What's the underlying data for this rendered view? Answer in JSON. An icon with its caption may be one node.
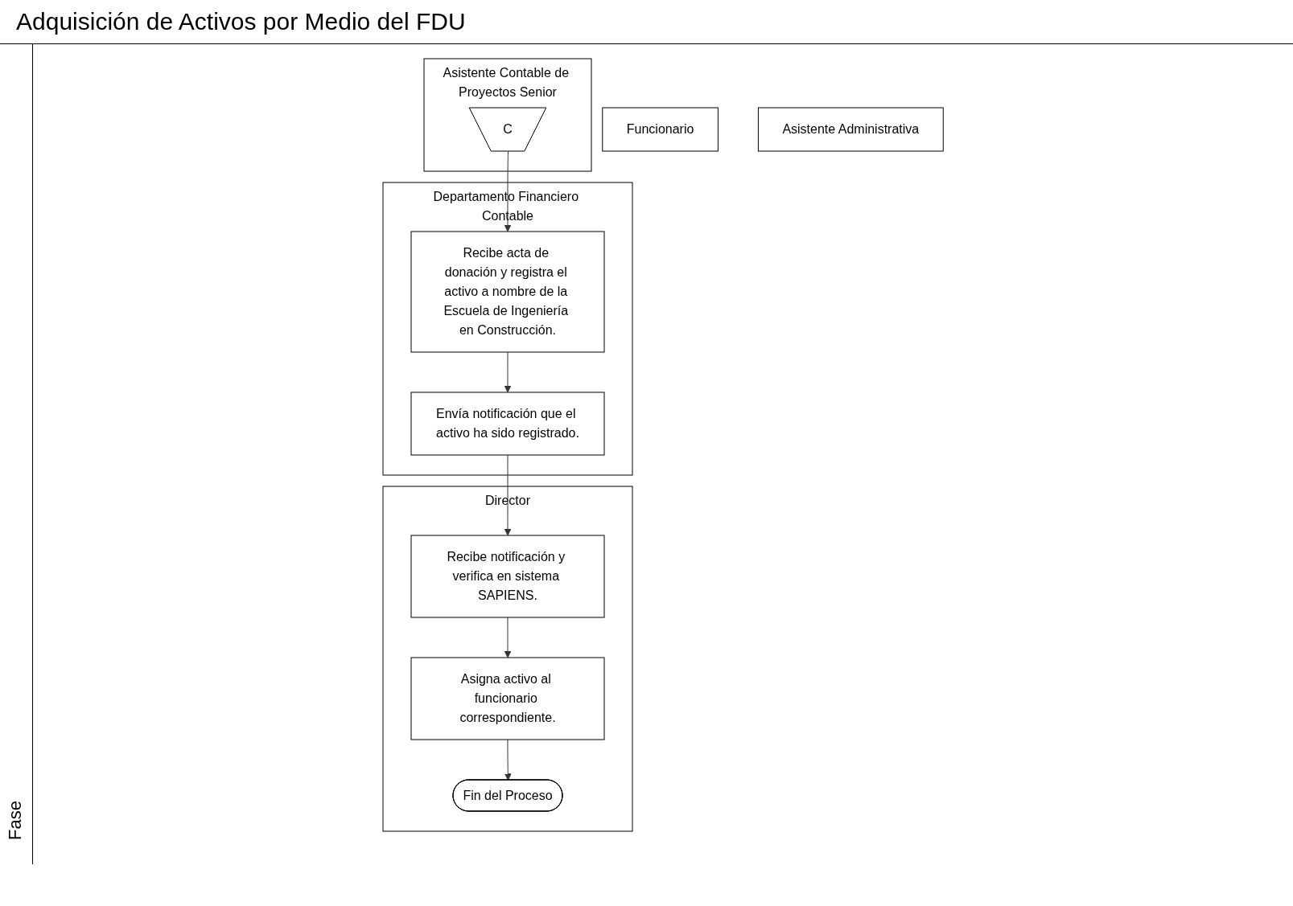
{
  "diagram": {
    "title": "Adquisición de Activos por Medio del FDU",
    "nodes": [
      {
        "text": [
          "Funcionario"
        ]
      },
      {
        "text": [
          "Director"
        ]
      },
      {
        "text": [
          "Asistente Administrativa"
        ]
      },
      {
        "text": [
          "Asistente Contable de Proyectos Senior"
        ]
      },
      {
        "text": [
          "Departamento Financiero Contable"
        ]
      },
      {
        "text": [
          "C"
        ],
        "in": 3
      },
      {
        "text": [
          "Recibe acta de donación y registra el activo a nombre de la Escuela de Ingeniería en Construcción."
        ],
        "in": 4
      },
      {
        "text": [
          "Envía notificación que el activo ha sido registrado."
        ],
        "in": 4
      },
      {
        "text": [
          "Recibe notificación y verifica en sistema SAPIENS."
        ],
        "in": 1
      },
      {
        "text": [
          "Asigna activo al funcionario correspondiente."
        ],
        "in": 1
      },
      {
        "text": [
          "Fin del Proceso"
        ],
        "in": 1
      }
    ],
    "edges": [
      {
        "from": 5,
        "to": 6,
        "arrow": "to"
      },
      {
        "from": 6,
        "to": 7,
        "arrow": "to"
      },
      {
        "from": 7,
        "to": 8,
        "arrow": "to"
      },
      {
        "from": 8,
        "to": 9,
        "arrow": "to"
      },
      {
        "from": 9,
        "to": 10,
        "arrow": "to"
      }
    ],
    "labels": [
      "Fase"
    ]
  }
}
